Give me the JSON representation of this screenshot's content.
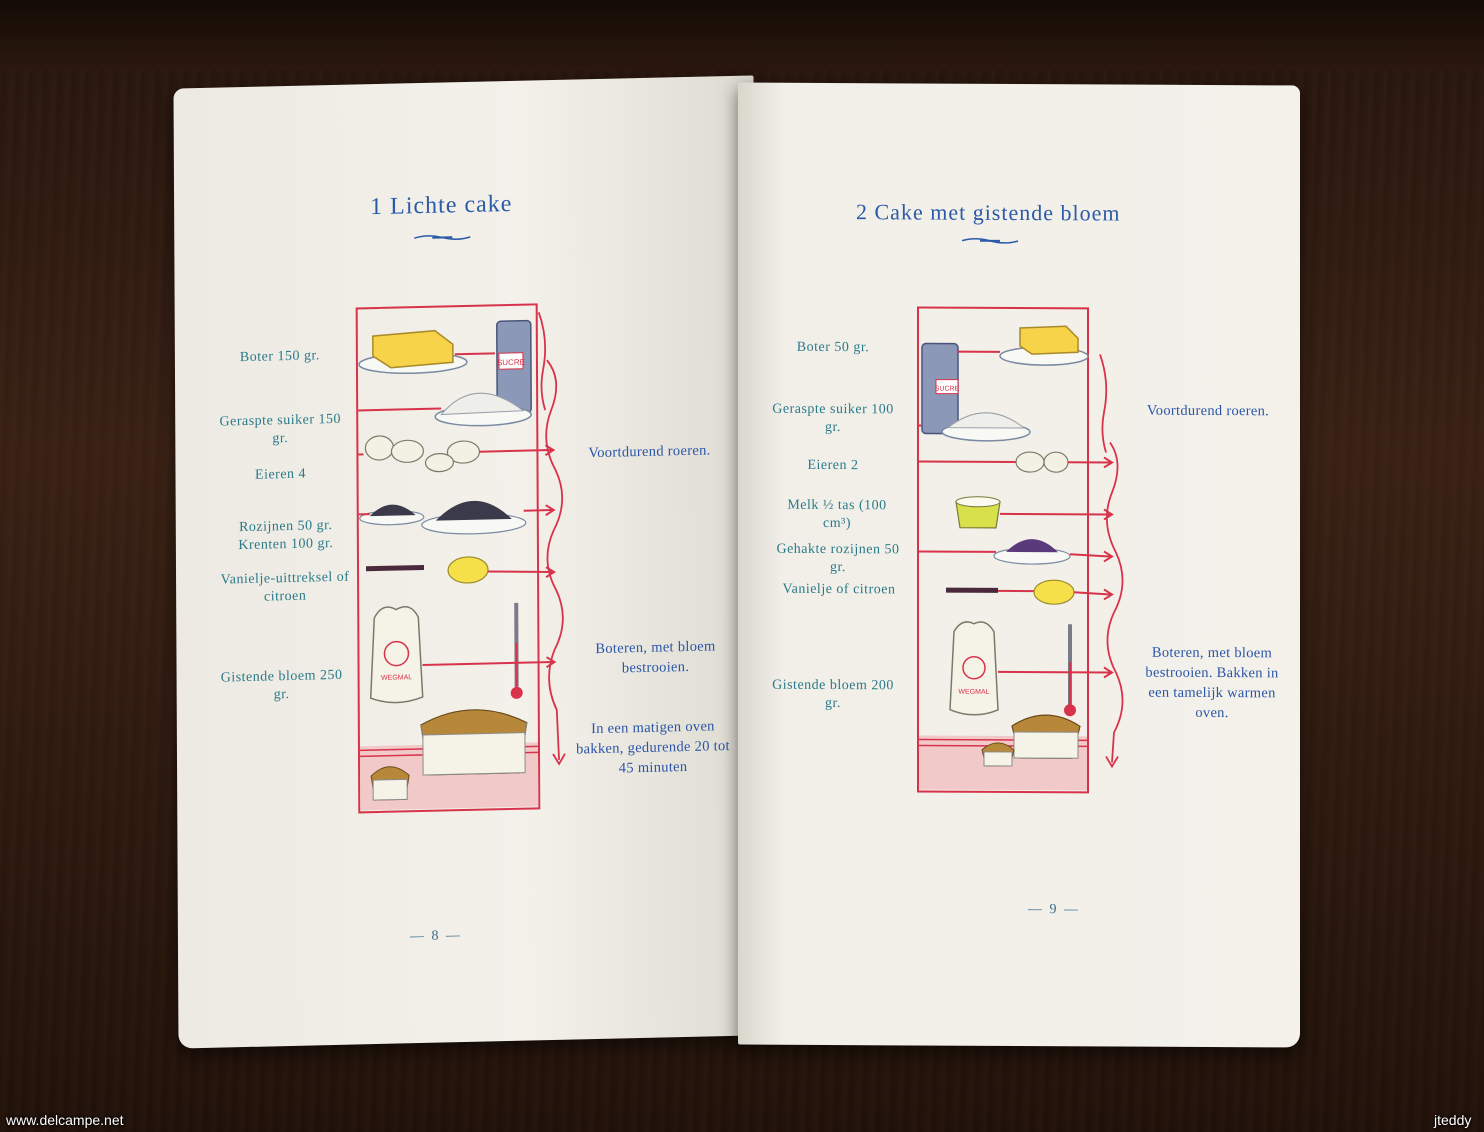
{
  "left_page": {
    "title": "1  Lichte cake",
    "labels": [
      "Boter 150 gr.",
      "Geraspte suiker 150 gr.",
      "Eieren 4",
      "Rozijnen 50 gr.",
      "Krenten 100 gr.",
      "Vanielje-uittreksel of citroen",
      "Gistende bloem 250 gr."
    ],
    "notes": [
      "Voortdurend roeren.",
      "Boteren, met bloem bestrooien.",
      "In een matigen oven bakken, gedurende 20 tot 45 minuten"
    ],
    "page_number": "— 8 —",
    "jar_label": "SUCRE",
    "bag_label": "WEGMAL"
  },
  "right_page": {
    "title": "2  Cake met gistende bloem",
    "labels": [
      "Boter 50 gr.",
      "Geraspte suiker 100 gr.",
      "Eieren 2",
      "Melk ½ tas (100 cm³)",
      "Gehakte rozijnen 50 gr.",
      "Vanielje of citroen",
      "Gistende bloem 200 gr."
    ],
    "notes": [
      "Voortdurend roeren.",
      "Boteren, met bloem bestrooien. Bakken in een tamelijk warmen oven."
    ],
    "page_number": "— 9 —",
    "jar_label": "SUCRE",
    "bag_label": "WEGMAL"
  },
  "watermarks": {
    "left": "www.delcampe.net",
    "right": "jteddy"
  },
  "colors": {
    "ink_blue": "#2a55a8",
    "ink_teal": "#2a7a8a",
    "diagram_red": "#d8334a",
    "paper": "#f1efe7"
  }
}
